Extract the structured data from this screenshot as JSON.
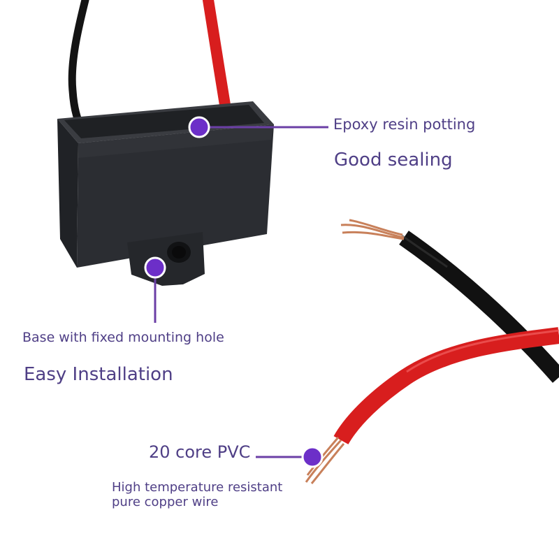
{
  "colors": {
    "accent_dot": "#6c2fc8",
    "leader_line": "#6b3fa6",
    "text": "#4f3f86",
    "capacitor_body": "#2a2c31",
    "red_wire": "#d81e1e",
    "black_wire": "#141414",
    "copper": "#c8805a"
  },
  "callouts": {
    "epoxy": {
      "title": "Epoxy resin potting",
      "subtitle": "Good sealing"
    },
    "base": {
      "title": "Base with fixed mounting hole",
      "subtitle": "Easy Installation"
    },
    "wire": {
      "title": "20 core PVC",
      "subtitle_line1": "High temperature resistant",
      "subtitle_line2": "pure copper wire"
    }
  }
}
